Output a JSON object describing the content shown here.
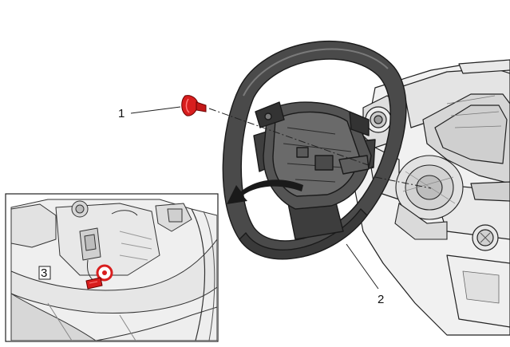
{
  "callouts": {
    "item_1": "1",
    "item_2": "2",
    "item_3": "3"
  },
  "colors": {
    "highlight": "#d81e1e",
    "line": "#222222",
    "fill_light": "#f2f2f2",
    "fill_mid": "#d9d9d9",
    "fill_dark": "#555555",
    "wheel": "#4a4a4a"
  }
}
